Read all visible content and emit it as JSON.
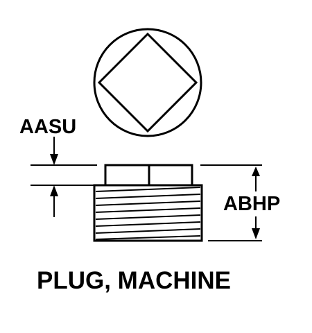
{
  "labels": {
    "thread_gap_dimension": "AASU",
    "height_dimension": "ABHP"
  },
  "caption": {
    "title": "PLUG, MACHINE"
  },
  "colors": {
    "ink": "#000000",
    "background": "#ffffff"
  }
}
